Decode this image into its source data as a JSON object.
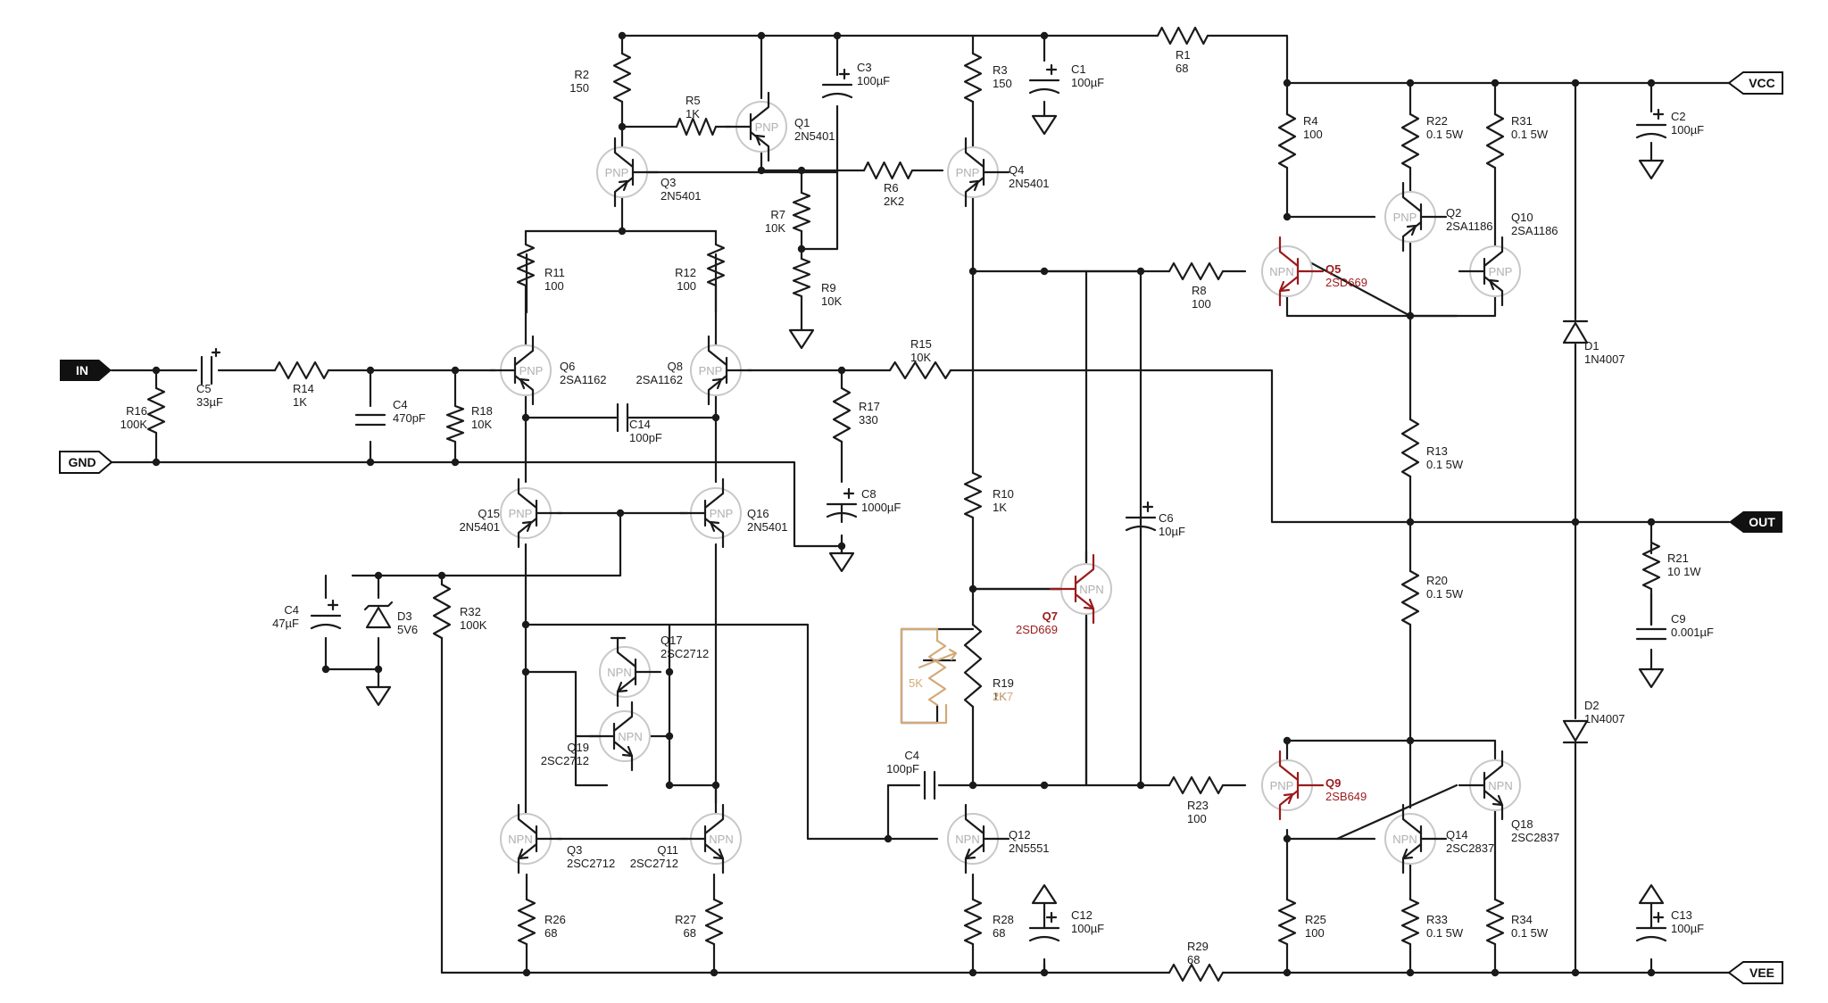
{
  "ports": {
    "in": "IN",
    "gnd": "GND",
    "vcc": "VCC",
    "out": "OUT",
    "vee": "VEE"
  },
  "transistor_types": {
    "pnp": "PNP",
    "npn": "NPN"
  },
  "components": [
    {
      "id": "R1",
      "name": "R1",
      "value": "68"
    },
    {
      "id": "R2",
      "name": "R2",
      "value": "150"
    },
    {
      "id": "R3",
      "name": "R3",
      "value": "150"
    },
    {
      "id": "R4",
      "name": "R4",
      "value": "100"
    },
    {
      "id": "R5",
      "name": "R5",
      "value": "1K"
    },
    {
      "id": "R6",
      "name": "R6",
      "value": "2K2"
    },
    {
      "id": "R7",
      "name": "R7",
      "value": "10K"
    },
    {
      "id": "R8",
      "name": "R8",
      "value": "100"
    },
    {
      "id": "R9",
      "name": "R9",
      "value": "10K"
    },
    {
      "id": "R10",
      "name": "R10",
      "value": "1K"
    },
    {
      "id": "R11",
      "name": "R11",
      "value": "100"
    },
    {
      "id": "R12",
      "name": "R12",
      "value": "100"
    },
    {
      "id": "R13",
      "name": "R13",
      "value": "0.1 5W"
    },
    {
      "id": "R14",
      "name": "R14",
      "value": "1K"
    },
    {
      "id": "R15",
      "name": "R15",
      "value": "10K"
    },
    {
      "id": "R16",
      "name": "R16",
      "value": "100K"
    },
    {
      "id": "R17",
      "name": "R17",
      "value": "330"
    },
    {
      "id": "R18",
      "name": "R18",
      "value": "10K"
    },
    {
      "id": "R19",
      "name": "R19",
      "value": "1K",
      "alt": "2K7"
    },
    {
      "id": "R20",
      "name": "R20",
      "value": "0.1 5W"
    },
    {
      "id": "R21",
      "name": "R21",
      "value": "10 1W"
    },
    {
      "id": "R22",
      "name": "R22",
      "value": "0.1 5W"
    },
    {
      "id": "R23",
      "name": "R23",
      "value": "100"
    },
    {
      "id": "R25",
      "name": "R25",
      "value": "100"
    },
    {
      "id": "R26",
      "name": "R26",
      "value": "68"
    },
    {
      "id": "R27",
      "name": "R27",
      "value": "68"
    },
    {
      "id": "R28",
      "name": "R28",
      "value": "68"
    },
    {
      "id": "R29",
      "name": "R29",
      "value": "68"
    },
    {
      "id": "R31",
      "name": "R31",
      "value": "0.1 5W"
    },
    {
      "id": "R32",
      "name": "R32",
      "value": "100K"
    },
    {
      "id": "R33",
      "name": "R33",
      "value": "0.1 5W"
    },
    {
      "id": "R34",
      "name": "R34",
      "value": "0.1 5W"
    },
    {
      "id": "POT",
      "name": "5K",
      "value": ""
    },
    {
      "id": "C1",
      "name": "C1",
      "value": "100µF"
    },
    {
      "id": "C2",
      "name": "C2",
      "value": "100µF"
    },
    {
      "id": "C3",
      "name": "C3",
      "value": "100µF"
    },
    {
      "id": "C4a",
      "name": "C4",
      "value": "470pF"
    },
    {
      "id": "C4b",
      "name": "C4",
      "value": "47µF"
    },
    {
      "id": "C4c",
      "name": "C4",
      "value": "100pF"
    },
    {
      "id": "C5",
      "name": "C5",
      "value": "33µF"
    },
    {
      "id": "C6",
      "name": "C6",
      "value": "10µF"
    },
    {
      "id": "C8",
      "name": "C8",
      "value": "1000µF"
    },
    {
      "id": "C9",
      "name": "C9",
      "value": "0.001µF"
    },
    {
      "id": "C12",
      "name": "C12",
      "value": "100µF"
    },
    {
      "id": "C13",
      "name": "C13",
      "value": "100µF"
    },
    {
      "id": "C14",
      "name": "C14",
      "value": "100pF"
    },
    {
      "id": "D1",
      "name": "D1",
      "value": "1N4007"
    },
    {
      "id": "D2",
      "name": "D2",
      "value": "1N4007"
    },
    {
      "id": "D3",
      "name": "D3",
      "value": "5V6"
    },
    {
      "id": "Q1",
      "name": "Q1",
      "value": "2N5401"
    },
    {
      "id": "Q2",
      "name": "Q2",
      "value": "2SA1186"
    },
    {
      "id": "Q3a",
      "name": "Q3",
      "value": "2N5401"
    },
    {
      "id": "Q3b",
      "name": "Q3",
      "value": "2SC2712"
    },
    {
      "id": "Q4",
      "name": "Q4",
      "value": "2N5401"
    },
    {
      "id": "Q5",
      "name": "Q5",
      "value": "2SD669"
    },
    {
      "id": "Q6",
      "name": "Q6",
      "value": "2SA1162"
    },
    {
      "id": "Q7",
      "name": "Q7",
      "value": "2SD669"
    },
    {
      "id": "Q8",
      "name": "Q8",
      "value": "2SA1162"
    },
    {
      "id": "Q9",
      "name": "Q9",
      "value": "2SB649"
    },
    {
      "id": "Q10",
      "name": "Q10",
      "value": "2SA1186"
    },
    {
      "id": "Q11",
      "name": "Q11",
      "value": "2SC2712"
    },
    {
      "id": "Q12",
      "name": "Q12",
      "value": "2N5551"
    },
    {
      "id": "Q14",
      "name": "Q14",
      "value": "2SC2837"
    },
    {
      "id": "Q15",
      "name": "Q15",
      "value": "2N5401"
    },
    {
      "id": "Q16",
      "name": "Q16",
      "value": "2N5401"
    },
    {
      "id": "Q17",
      "name": "Q17",
      "value": "2SC2712"
    },
    {
      "id": "Q18",
      "name": "Q18",
      "value": "2SC2837"
    },
    {
      "id": "Q19",
      "name": "Q19",
      "value": "2SC2712"
    }
  ]
}
